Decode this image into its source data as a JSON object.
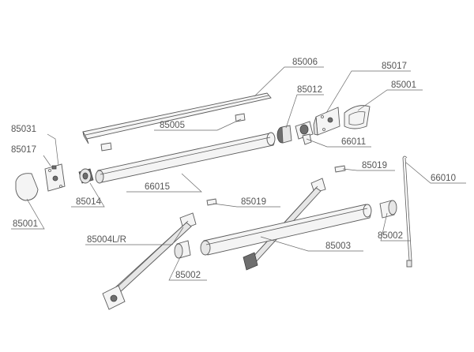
{
  "labels": {
    "p85006": "85006",
    "p85012": "85012",
    "p85017_top": "85017",
    "p85001_top": "85001",
    "p85005": "85005",
    "p85031": "85031",
    "p85017_left": "85017",
    "p66011": "66011",
    "p85019_right": "85019",
    "p66010": "66010",
    "p66015": "66015",
    "p85001_left": "85001",
    "p85014": "85014",
    "p85019_mid": "85019",
    "p85004": "85004L/R",
    "p85003": "85003",
    "p85002_right": "85002",
    "p85002_left": "85002"
  }
}
